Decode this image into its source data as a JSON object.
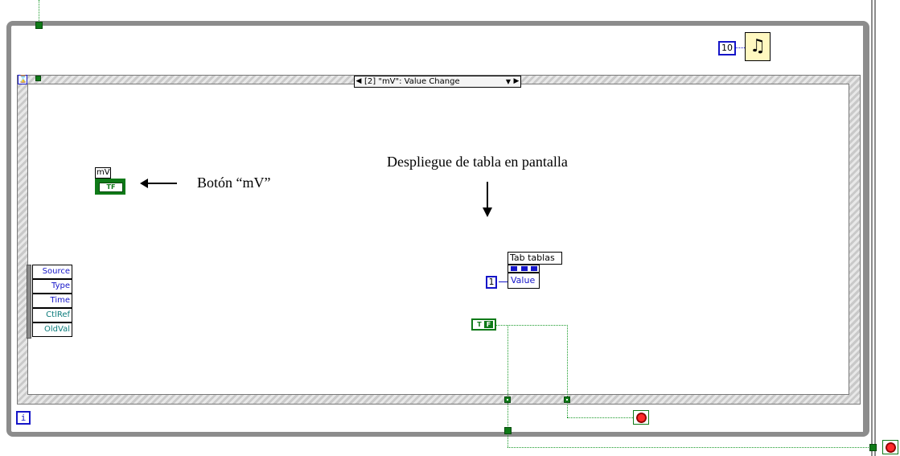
{
  "event_structure": {
    "selector_label": "[2] \"mV\": Value Change",
    "timeout_icon": "hourglass-icon",
    "event_data_fields": [
      "Source",
      "Type",
      "Time",
      "CtlRef",
      "OldVal"
    ]
  },
  "loop": {
    "iteration_label": "i",
    "wait_ms": "10",
    "wait_icon": "metronome-icon"
  },
  "mv_control": {
    "label": "mV",
    "terminal_text": "TF"
  },
  "annotations": {
    "button_note": "Botón “mV”",
    "table_note": "Despliegue de tabla en pantalla"
  },
  "property_node": {
    "reference": "Tab tablas",
    "property": "Value",
    "constant": "1"
  },
  "boolean_constant": {
    "t": "T",
    "f": "F"
  },
  "colors": {
    "boolean_wire": "#0f7a18",
    "numeric": "#1515c8",
    "frame": "#8c8c8c"
  }
}
